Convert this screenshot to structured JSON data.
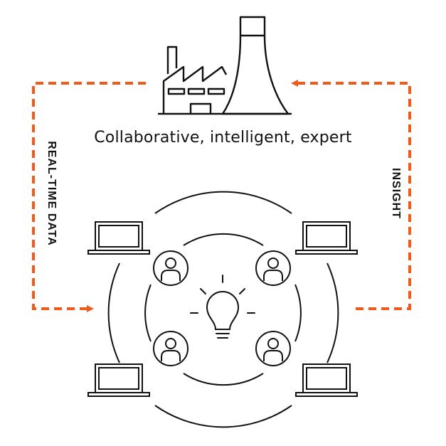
{
  "caption": "Collaborative, intelligent, expert",
  "left_label": "REAL-TIME DATA",
  "right_label": "INSIGHT",
  "colors": {
    "accent": "#f05a1a",
    "stroke": "#111111"
  },
  "icons": {
    "factory": "factory-icon",
    "laptop": "laptop-icon",
    "person": "person-icon",
    "bulb": "lightbulb-icon"
  }
}
